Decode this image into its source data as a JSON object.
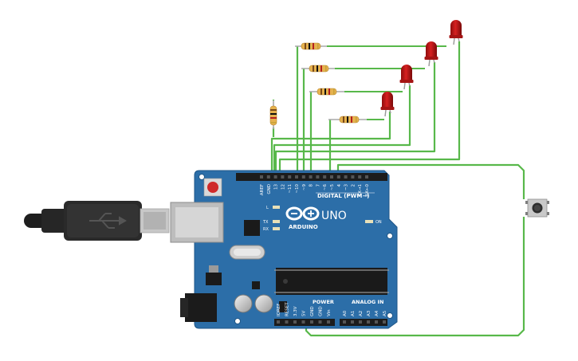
{
  "board": {
    "brand": "ARDUINO",
    "model": "UNO",
    "digital_header": "DIGITAL (PWM~)",
    "power_header": "POWER",
    "analog_header": "ANALOG IN",
    "on_label": "ON",
    "led_labels": [
      "L",
      "TX",
      "RX"
    ],
    "top_pins": [
      "AREF",
      "GND",
      "13",
      "12",
      "~11",
      "~10",
      "~9",
      "8",
      "7",
      "~6",
      "~5",
      "4",
      "~3",
      "2",
      "TX→1",
      "RX←0"
    ],
    "power_pins": [
      "IOREF",
      "RESET",
      "3.3V",
      "5V",
      "GND",
      "GND",
      "Vin"
    ],
    "analog_pins": [
      "A0",
      "A1",
      "A2",
      "A3",
      "A4",
      "A5"
    ],
    "board_color": "#2c6ea8",
    "wire_color": "#58b84a",
    "led_color": "#c41a1a"
  },
  "components": {
    "leds": [
      "led-1",
      "led-2",
      "led-3",
      "led-4"
    ],
    "resistors": [
      "resistor-1",
      "resistor-2",
      "resistor-3",
      "resistor-4",
      "resistor-5"
    ],
    "button": "pushbutton",
    "cable": "usb-cable"
  }
}
